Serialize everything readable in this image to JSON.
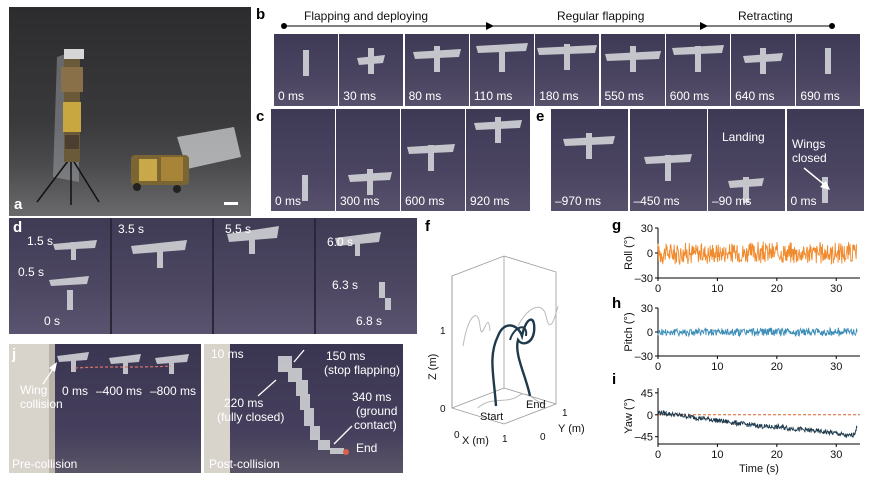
{
  "panels": {
    "a": "a",
    "b": "b",
    "c": "c",
    "d": "d",
    "e": "e",
    "f": "f",
    "g": "g",
    "h": "h",
    "i": "i",
    "j": "j"
  },
  "panel_b": {
    "phases": [
      "Flapping and deploying",
      "Regular flapping",
      "Retracting"
    ],
    "frames": [
      "0 ms",
      "30 ms",
      "80 ms",
      "110 ms",
      "180 ms",
      "550 ms",
      "600 ms",
      "640 ms",
      "690 ms"
    ]
  },
  "panel_c": {
    "frames": [
      "0 ms",
      "300 ms",
      "600 ms",
      "920 ms"
    ]
  },
  "panel_e": {
    "frames": [
      "–970 ms",
      "–450 ms",
      "–90 ms",
      "0 ms"
    ],
    "landing": "Landing",
    "wings_closed_1": "Wings",
    "wings_closed_2": "closed"
  },
  "panel_d": {
    "labels": [
      "1.5 s",
      "0.5 s",
      "0 s",
      "3.5 s",
      "5.5 s",
      "6.0 s",
      "6.3 s",
      "6.8 s"
    ]
  },
  "panel_f": {
    "z_label": "Z (m)",
    "x_label": "X (m)",
    "y_label": "Y (m)",
    "z_ticks": [
      "0",
      "1"
    ],
    "x_ticks": [
      "0",
      "1"
    ],
    "y_ticks": [
      "0",
      "1"
    ],
    "start": "Start",
    "end": "End"
  },
  "panel_j": {
    "wing_collision_1": "Wing",
    "wing_collision_2": "collision",
    "t0": "0 ms",
    "t400": "–400 ms",
    "t800": "–800 ms",
    "pre": "Pre-collision",
    "t10": "10 ms",
    "t150_1": "150 ms",
    "t150_2": "(stop flapping)",
    "t220_1": "220 ms",
    "t220_2": "(fully closed)",
    "t340_1": "340 ms",
    "t340_2": "(ground",
    "t340_3": "contact)",
    "end": "End",
    "post": "Post-collision"
  },
  "chart_data": [
    {
      "type": "line",
      "panel": "g",
      "ylabel": "Roll (°)",
      "yticks": [
        -30,
        0,
        30
      ],
      "ylim": [
        -30,
        30
      ],
      "xticks": [
        0,
        10,
        20,
        30
      ],
      "xlim": [
        0,
        34
      ],
      "color": "#f08a2c",
      "series": [
        {
          "x_range": [
            0,
            33.5
          ],
          "mean": 0,
          "amplitude": 15,
          "approx_points": [
            0,
            8,
            -10,
            12,
            -6,
            4,
            -14,
            10,
            2,
            -8,
            14,
            -4,
            6,
            -12,
            9,
            -2,
            11,
            -9,
            5,
            -7,
            13,
            -3,
            0
          ]
        }
      ]
    },
    {
      "type": "line",
      "panel": "h",
      "ylabel": "Pitch (°)",
      "yticks": [
        -30,
        0,
        30
      ],
      "ylim": [
        -30,
        30
      ],
      "xticks": [
        0,
        10,
        20,
        30
      ],
      "xlim": [
        0,
        34
      ],
      "color": "#3c8db8",
      "series": [
        {
          "x_range": [
            0,
            33.5
          ],
          "mean": 0,
          "amplitude": 6,
          "approx_points": [
            0,
            3,
            -2,
            4,
            -3,
            8,
            -4,
            2,
            5,
            -3,
            3,
            -2,
            4,
            -4,
            2,
            3,
            -3,
            5,
            -2,
            3,
            -4,
            2,
            0
          ]
        }
      ]
    },
    {
      "type": "line",
      "panel": "i",
      "ylabel": "Yaw (°)",
      "xlabel": "Time (s)",
      "yticks": [
        -45,
        0,
        45
      ],
      "ylim": [
        -60,
        55
      ],
      "xticks": [
        0,
        10,
        20,
        30
      ],
      "xlim": [
        0,
        34
      ],
      "color": "#1e3a4c",
      "reference_line": {
        "y": 0,
        "color": "#d9602a",
        "style": "dashed"
      },
      "series": [
        {
          "approx_points": [
            [
              0,
              5
            ],
            [
              3,
              0
            ],
            [
              6,
              -5
            ],
            [
              9,
              -10
            ],
            [
              12,
              -15
            ],
            [
              15,
              -20
            ],
            [
              18,
              -24
            ],
            [
              21,
              -26
            ],
            [
              24,
              -30
            ],
            [
              27,
              -34
            ],
            [
              30,
              -38
            ],
            [
              32,
              -44
            ],
            [
              33,
              -40
            ],
            [
              33.5,
              -25
            ]
          ]
        }
      ]
    }
  ]
}
